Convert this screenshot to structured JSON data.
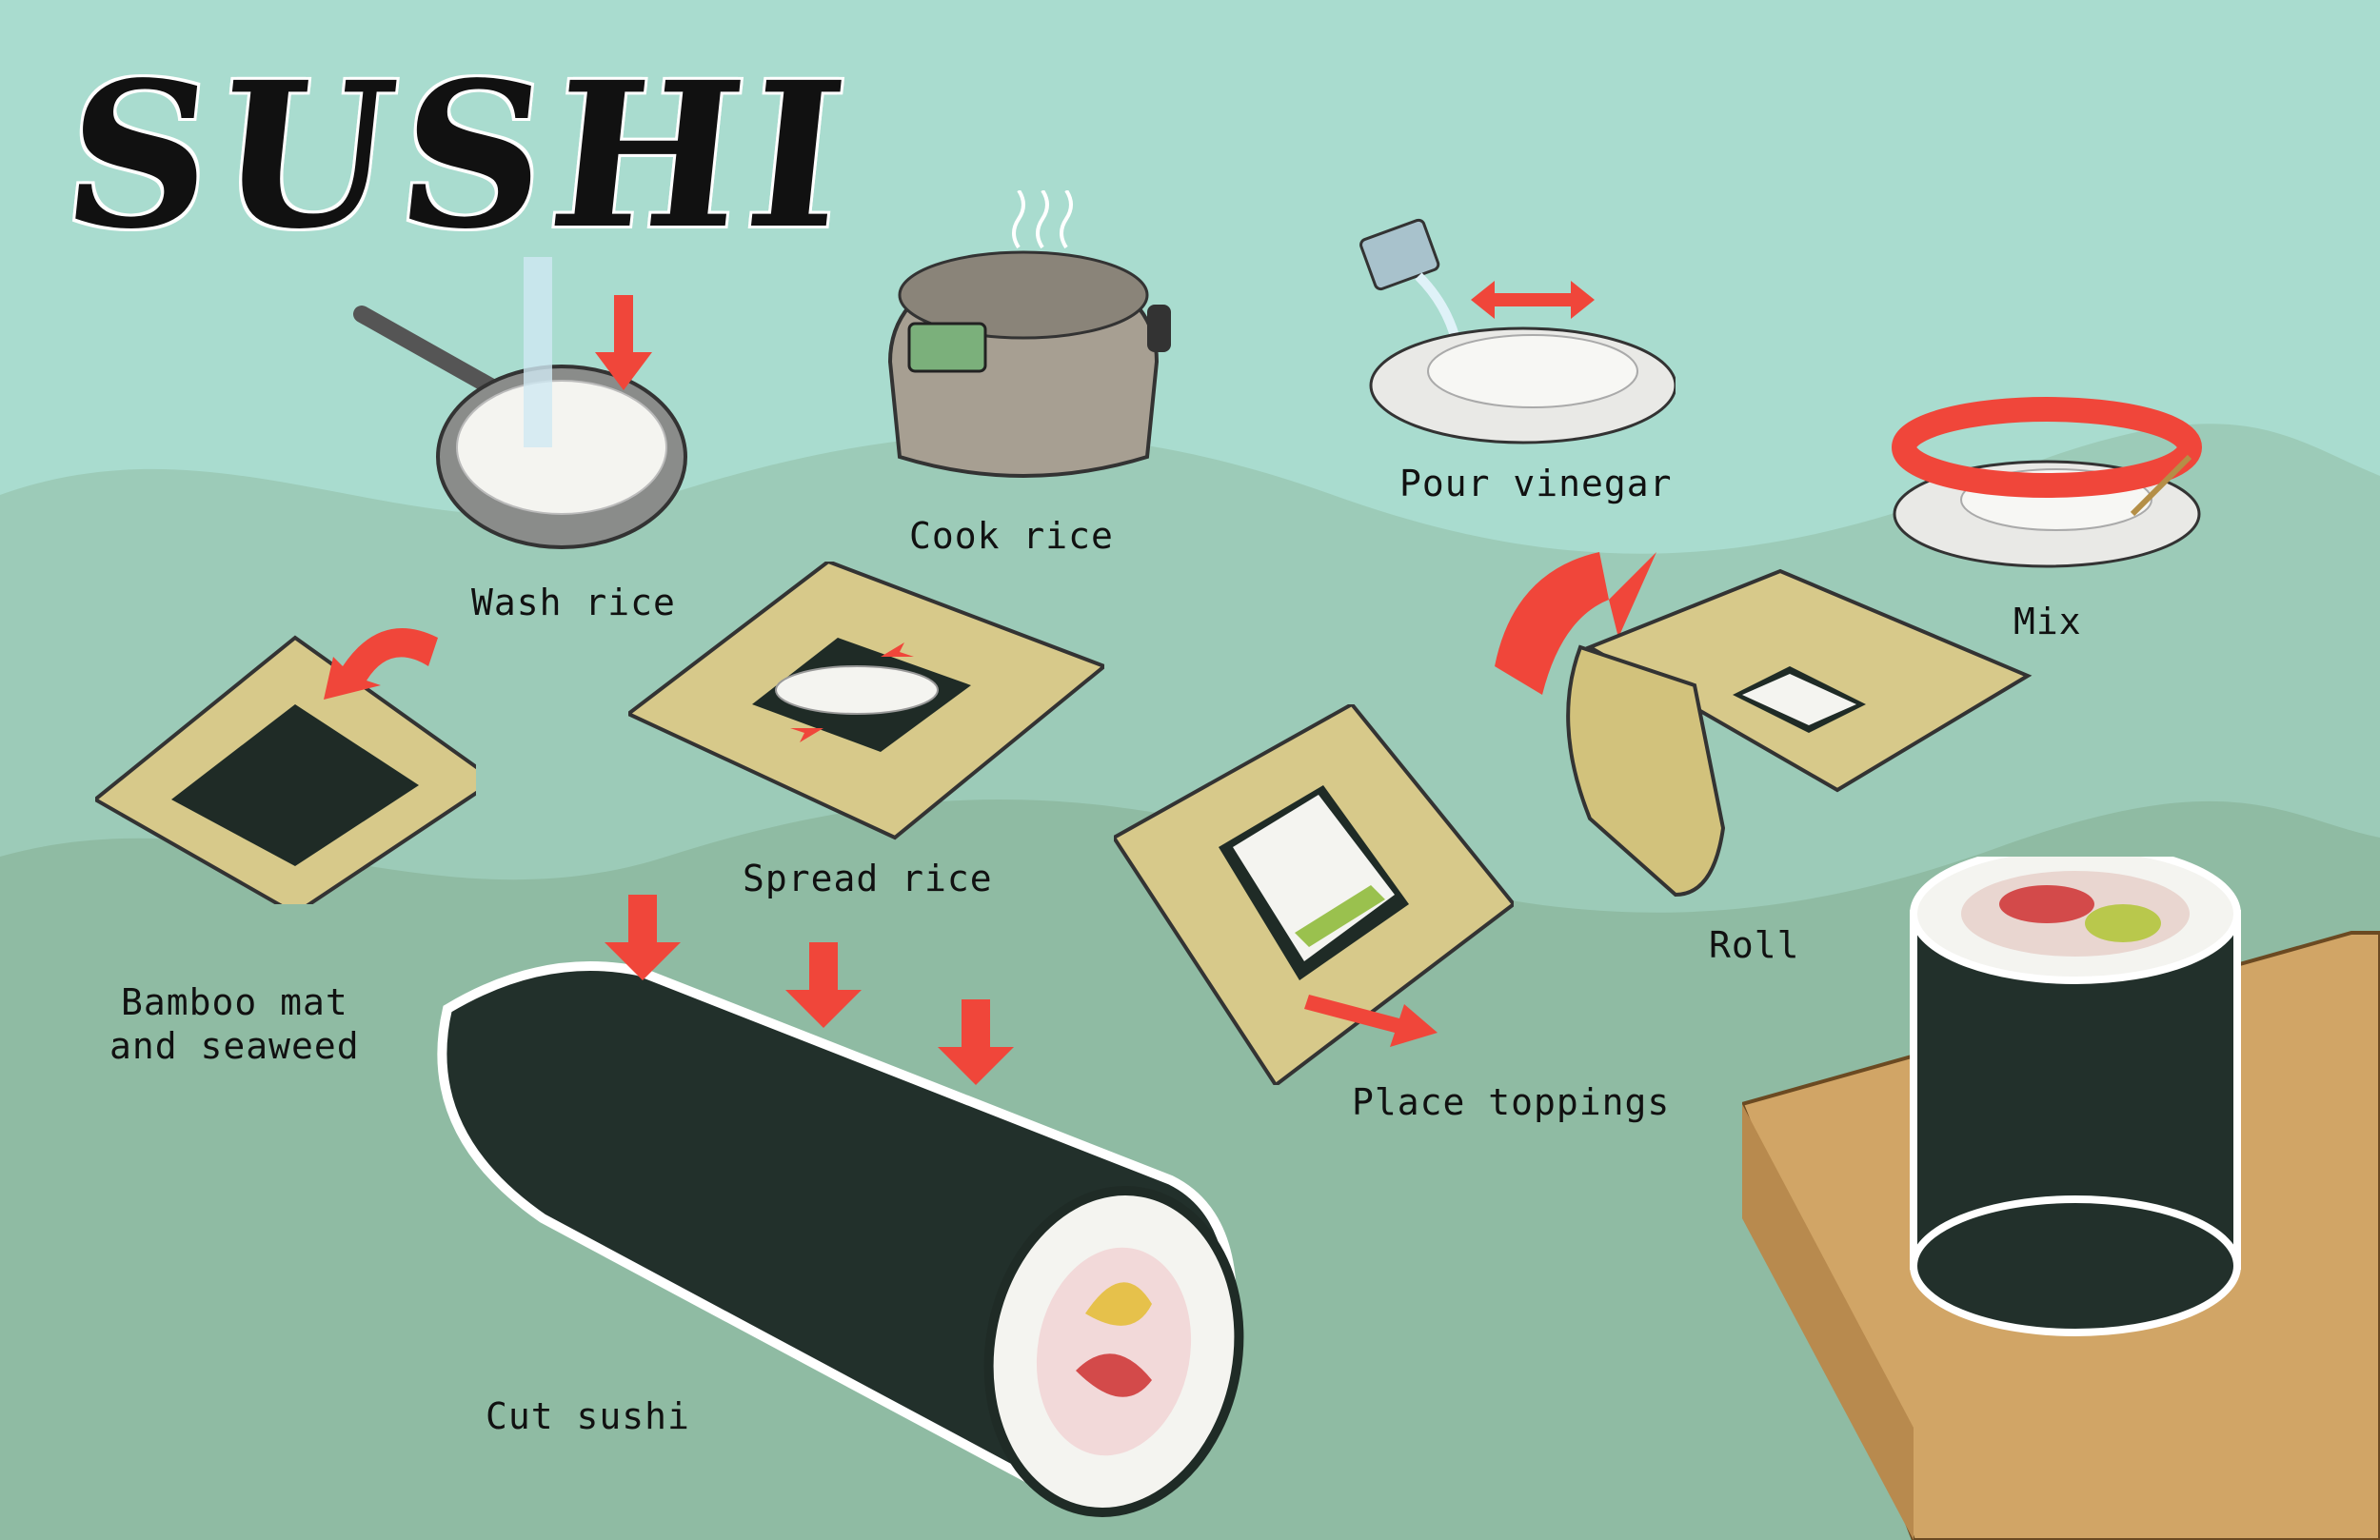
{
  "title": "SUSHI",
  "steps": {
    "wash_rice": "Wash rice",
    "cook_rice": "Cook rice",
    "pour_vinegar": "Pour vinegar",
    "mix": "Mix",
    "bamboo_mat": "Bamboo mat\nand seaweed",
    "spread_rice": "Spread rice",
    "place_toppings": "Place toppings",
    "roll": "Roll",
    "cut_sushi": "Cut sushi"
  },
  "colors": {
    "background_top": "#a9dccf",
    "background_bottom": "#8cb8a0",
    "bamboo": "#d7c98a",
    "seaweed": "#1f2b26",
    "rice": "#f4f4f0",
    "arrow": "#f0463a",
    "board": "#d1a566"
  }
}
